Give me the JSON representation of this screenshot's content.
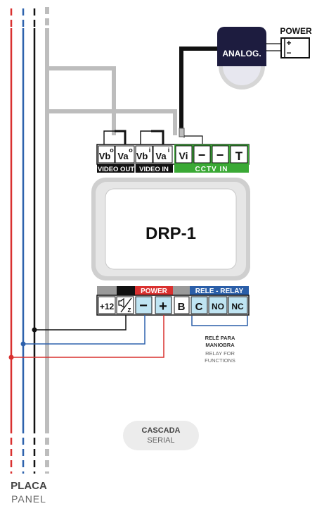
{
  "device": {
    "model": "DRP-1"
  },
  "top_block": {
    "terminals": [
      {
        "main": "Vb",
        "sup": "o"
      },
      {
        "main": "Va",
        "sup": "o"
      },
      {
        "main": "Vb",
        "sup": "i"
      },
      {
        "main": "Va",
        "sup": "i"
      },
      {
        "main": "Vi",
        "sup": ""
      },
      {
        "main": "−",
        "sup": ""
      },
      {
        "main": "−",
        "sup": ""
      },
      {
        "main": "T",
        "sup": ""
      }
    ],
    "labels": {
      "video_out": "VIDEO OUT",
      "video_in": "VIDEO IN",
      "cctv_in": "CCTV IN"
    }
  },
  "bottom_block": {
    "terminals": [
      "+12",
      "⁄",
      "−",
      "+",
      "B",
      "C",
      "NO",
      "NC"
    ],
    "power_label": "POWER",
    "relay_label": "RELE - RELAY",
    "relay_note": [
      "RELÉ PARA",
      "MANIOBRA",
      "RELAY FOR",
      "FUNCTIONS"
    ]
  },
  "camera": {
    "label": "ANALOG."
  },
  "power_supply": {
    "label": "POWER",
    "plus": "+",
    "minus": "−"
  },
  "serial": {
    "line1": "CASCADA",
    "line2": "SERIAL"
  },
  "panel": {
    "line1": "PLACA",
    "line2": "PANEL"
  },
  "colors": {
    "red": "#d9302f",
    "blue": "#2e62ad",
    "black": "#111111",
    "grey": "#bdbdbd",
    "green": "#3aa935",
    "relay_blue": "#2a5ea8",
    "light_blue": "#bfe4f2",
    "navy": "#1d1c3f"
  }
}
